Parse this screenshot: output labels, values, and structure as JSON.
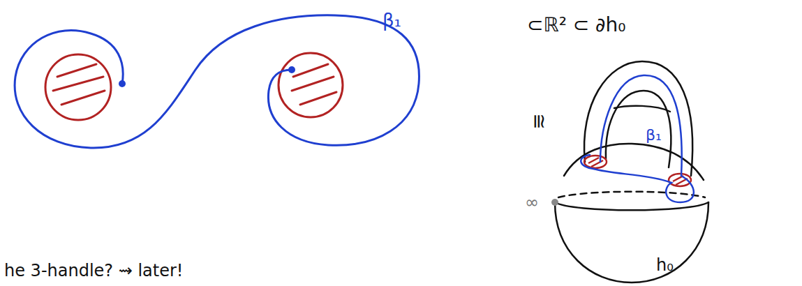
{
  "diagram": {
    "labels": [
      "β₁",
      "⊂ℝ² ⊂ ∂h₀",
      "≅",
      "β₁",
      "∞",
      "h₀",
      "he 3-handle? ⇝ later!"
    ]
  }
}
